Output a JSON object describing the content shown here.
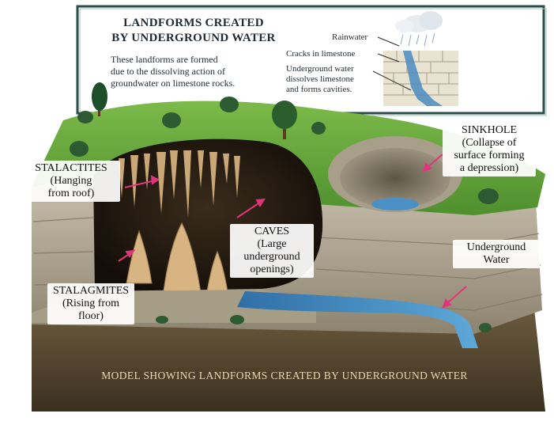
{
  "board": {
    "title_line1": "LANDFORMS CREATED",
    "title_line2": "BY UNDERGROUND WATER",
    "description_lines": [
      "These landforms are formed",
      "due to the dissolving action of",
      "groundwater on limestone rocks."
    ]
  },
  "inset": {
    "rainwater": "Rainwater",
    "cracks": "Cracks in limestone",
    "dissolves_lines": [
      "Underground water",
      "dissolves limestone",
      "and forms cavities."
    ]
  },
  "labels": {
    "stalactites": [
      "STALACTITES",
      "(Hanging",
      "from roof)"
    ],
    "sinkhole": [
      "SINKHOLE",
      "(Collapse of",
      "surface forming",
      "a depression)"
    ],
    "caves": [
      "CAVES",
      "(Large",
      "underground",
      "openings)"
    ],
    "stalagmites": [
      "STALAGMITES",
      "(Rising from",
      "floor)"
    ],
    "underground_water": [
      "Underground",
      "Water"
    ]
  },
  "caption": "MODEL SHOWING LANDFORMS CREATED BY UNDERGROUND WATER"
}
